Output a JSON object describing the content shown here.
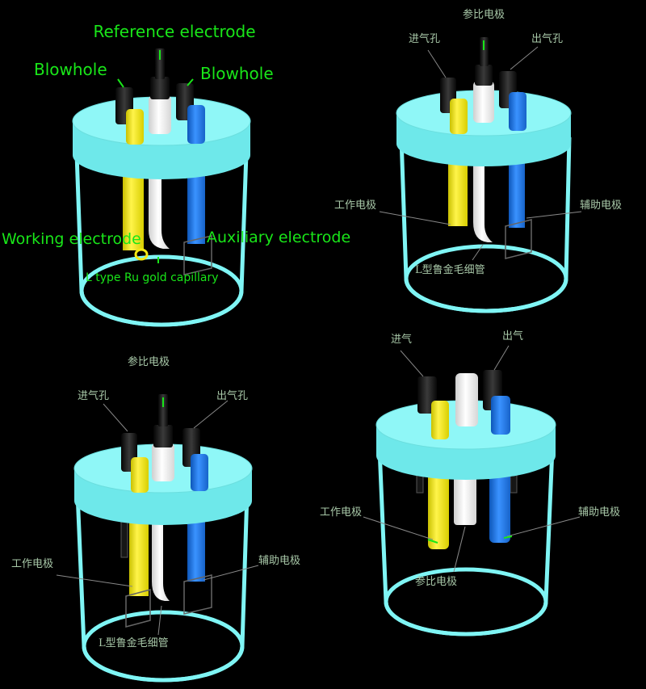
{
  "colors": {
    "background": "#000000",
    "glass": "#7ff5f5",
    "glass_edge": "#4fe3e3",
    "working": "#f5ea14",
    "auxiliary": "#1e78e6",
    "reference": "#f2f2f2",
    "blowhole": "#141414",
    "label_green": "#19e619",
    "label_gray": "#a8c8a8"
  },
  "cell1": {
    "reference": "Reference electrode",
    "blowhole_left": "Blowhole",
    "blowhole_right": "Blowhole",
    "working": "Working electrode",
    "auxiliary": "Auxiliary electrode",
    "capillary": "L type Ru gold capillary"
  },
  "cell2": {
    "reference": "参比电极",
    "gas_in": "进气孔",
    "gas_out": "出气孔",
    "working": "工作电极",
    "auxiliary": "辅助电极",
    "capillary": "L型鲁金毛细管"
  },
  "cell3": {
    "reference": "参比电极",
    "gas_in": "进气孔",
    "gas_out": "出气孔",
    "working": "工作电极",
    "auxiliary": "辅助电极",
    "capillary": "L型鲁金毛细管"
  },
  "cell4": {
    "gas_in": "进气",
    "gas_out": "出气",
    "working": "工作电极",
    "auxiliary": "辅助电极",
    "reference": "参比电极"
  }
}
